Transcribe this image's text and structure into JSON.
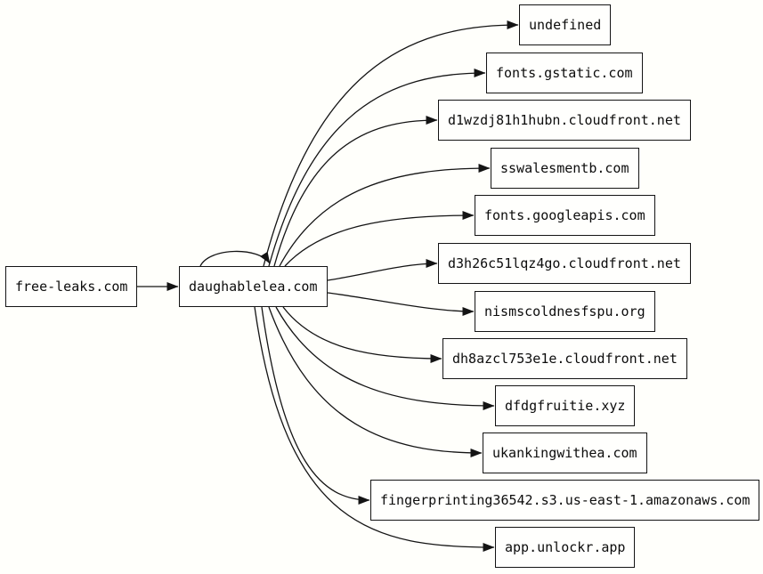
{
  "diagram": {
    "type": "directed-graph",
    "background_color": "#fffffb",
    "node_fill_color": "#fffffd",
    "line_color": "#141414",
    "text_color": "#0c0c0c",
    "nodes": [
      {
        "id": "free-leaks.com",
        "label": "free-leaks.com"
      },
      {
        "id": "daughablelea.com",
        "label": "daughablelea.com"
      },
      {
        "id": "undefined",
        "label": "undefined"
      },
      {
        "id": "fonts.gstatic.com",
        "label": "fonts.gstatic.com"
      },
      {
        "id": "d1wzdj81h1hubn.cloudfront.net",
        "label": "d1wzdj81h1hubn.cloudfront.net"
      },
      {
        "id": "sswalesmentb.com",
        "label": "sswalesmentb.com"
      },
      {
        "id": "fonts.googleapis.com",
        "label": "fonts.googleapis.com"
      },
      {
        "id": "d3h26c51lqz4go.cloudfront.net",
        "label": "d3h26c51lqz4go.cloudfront.net"
      },
      {
        "id": "nismscoldnesfspu.org",
        "label": "nismscoldnesfspu.org"
      },
      {
        "id": "dh8azcl753e1e.cloudfront.net",
        "label": "dh8azcl753e1e.cloudfront.net"
      },
      {
        "id": "dfdgfruitie.xyz",
        "label": "dfdgfruitie.xyz"
      },
      {
        "id": "ukankingwithea.com",
        "label": "ukankingwithea.com"
      },
      {
        "id": "fingerprinting36542.s3.us-east-1.amazonaws.com",
        "label": "fingerprinting36542.s3.us-east-1.amazonaws.com"
      },
      {
        "id": "app.unlockr.app",
        "label": "app.unlockr.app"
      }
    ],
    "edges": [
      {
        "from": "free-leaks.com",
        "to": "daughablelea.com"
      },
      {
        "from": "daughablelea.com",
        "to": "daughablelea.com"
      },
      {
        "from": "daughablelea.com",
        "to": "undefined"
      },
      {
        "from": "daughablelea.com",
        "to": "fonts.gstatic.com"
      },
      {
        "from": "daughablelea.com",
        "to": "d1wzdj81h1hubn.cloudfront.net"
      },
      {
        "from": "daughablelea.com",
        "to": "sswalesmentb.com"
      },
      {
        "from": "daughablelea.com",
        "to": "fonts.googleapis.com"
      },
      {
        "from": "daughablelea.com",
        "to": "d3h26c51lqz4go.cloudfront.net"
      },
      {
        "from": "daughablelea.com",
        "to": "nismscoldnesfspu.org"
      },
      {
        "from": "daughablelea.com",
        "to": "dh8azcl753e1e.cloudfront.net"
      },
      {
        "from": "daughablelea.com",
        "to": "dfdgfruitie.xyz"
      },
      {
        "from": "daughablelea.com",
        "to": "ukankingwithea.com"
      },
      {
        "from": "daughablelea.com",
        "to": "fingerprinting36542.s3.us-east-1.amazonaws.com"
      },
      {
        "from": "daughablelea.com",
        "to": "app.unlockr.app"
      }
    ]
  }
}
